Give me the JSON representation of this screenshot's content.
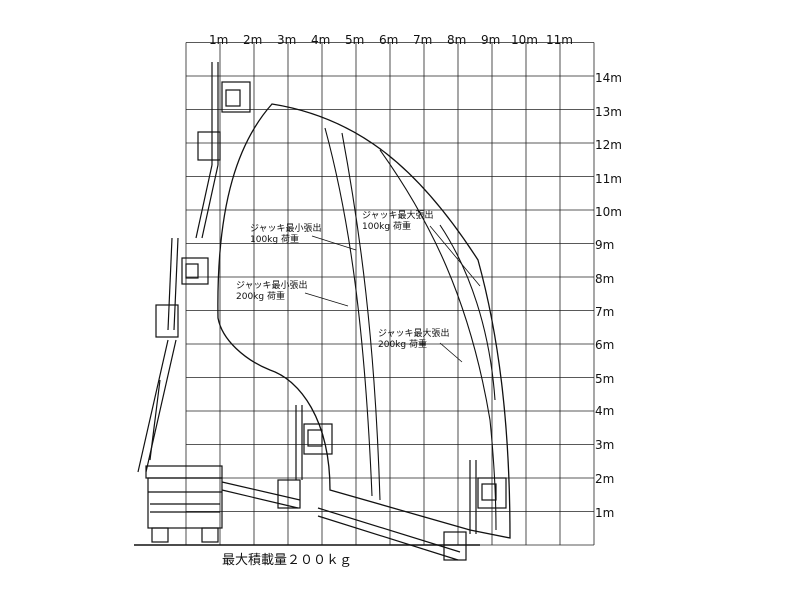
{
  "diagram": {
    "x_labels": [
      "1m",
      "2m",
      "3m",
      "4m",
      "5m",
      "6m",
      "7m",
      "8m",
      "9m",
      "10m",
      "11m"
    ],
    "y_labels": [
      "1m",
      "2m",
      "3m",
      "4m",
      "5m",
      "6m",
      "7m",
      "8m",
      "9m",
      "10m",
      "11m",
      "12m",
      "13m",
      "14m"
    ],
    "annotations": {
      "min_jack_100": {
        "line1": "ジャッキ最小張出",
        "line2": "100kg 荷重"
      },
      "min_jack_200": {
        "line1": "ジャッキ最小張出",
        "line2": "200kg 荷重"
      },
      "max_jack_100": {
        "line1": "ジャッキ最大張出",
        "line2": "100kg 荷重"
      },
      "max_jack_200": {
        "line1": "ジャッキ最大張出",
        "line2": "200kg 荷重"
      }
    },
    "caption": "最大積載量２００ｋｇ"
  }
}
